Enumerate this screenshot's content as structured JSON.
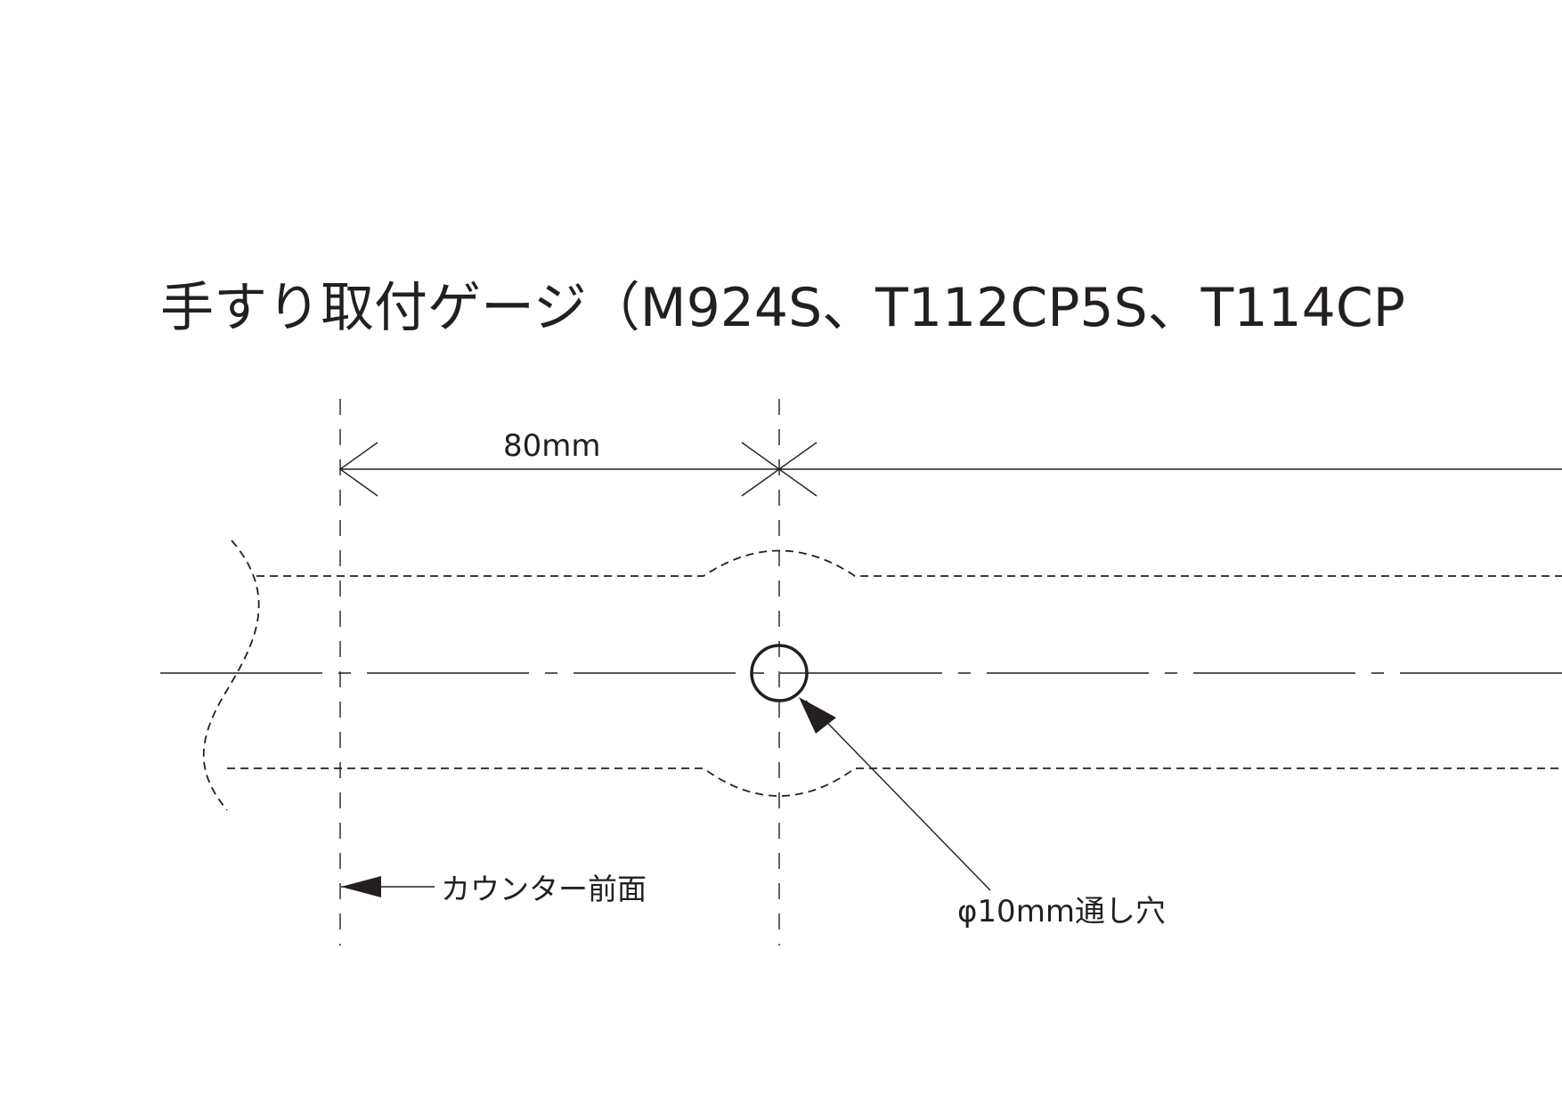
{
  "title": "手すり取付ゲージ（M924S、T112CP5S、T114CP",
  "dimension_label": "80mm",
  "counter_label": "カウンター前面",
  "hole_label": "φ10mm通し穴",
  "colors": {
    "line": "#231f20",
    "background": "#ffffff"
  }
}
